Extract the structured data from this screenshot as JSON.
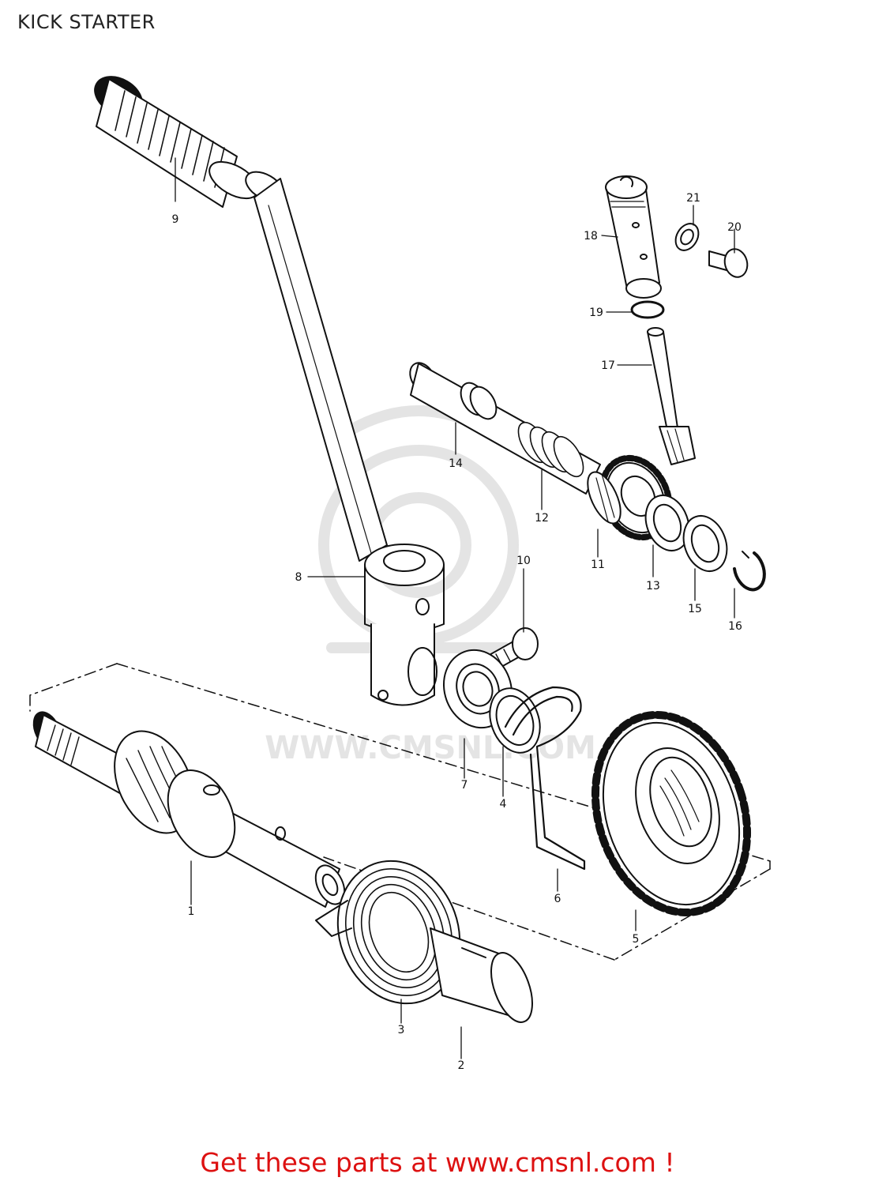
{
  "page": {
    "title": "KICK STARTER"
  },
  "footer": {
    "text": "Get these parts at www.cmsnl.com !",
    "color": "#dd1111"
  },
  "watermark": {
    "text": "WWW.CMSNL.COM"
  },
  "colors": {
    "line": "#111111",
    "watermark": "#e4e4e4"
  },
  "parts": [
    {
      "number": "1"
    },
    {
      "number": "2"
    },
    {
      "number": "3"
    },
    {
      "number": "4"
    },
    {
      "number": "5"
    },
    {
      "number": "6"
    },
    {
      "number": "7"
    },
    {
      "number": "8"
    },
    {
      "number": "9"
    },
    {
      "number": "10"
    },
    {
      "number": "11"
    },
    {
      "number": "12"
    },
    {
      "number": "13"
    },
    {
      "number": "14"
    },
    {
      "number": "15"
    },
    {
      "number": "16"
    },
    {
      "number": "17"
    },
    {
      "number": "18"
    },
    {
      "number": "19"
    },
    {
      "number": "20"
    },
    {
      "number": "21"
    }
  ]
}
